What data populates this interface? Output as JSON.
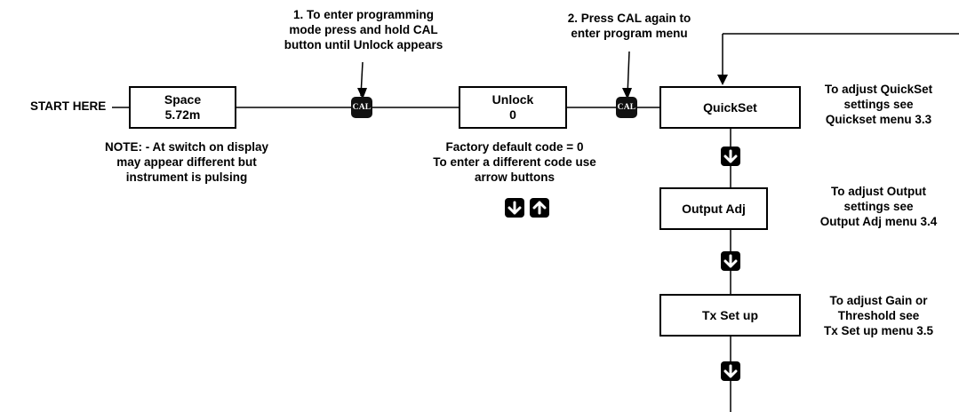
{
  "start_label": "START HERE",
  "steps": {
    "step1": [
      "1. To enter programming",
      "mode press and hold CAL",
      "button until Unlock appears"
    ],
    "step2": [
      "2. Press CAL again to",
      "enter program menu"
    ]
  },
  "cal_label": "CAL",
  "boxes": {
    "space": [
      "Space",
      "5.72m"
    ],
    "unlock": [
      "Unlock",
      "0"
    ],
    "quickset": "QuickSet",
    "output_adj": "Output Adj",
    "tx_setup": "Tx Set up"
  },
  "notes": {
    "switch_on": [
      "NOTE: - At switch on display",
      "may appear different but",
      "instrument is pulsing"
    ],
    "factory_code": [
      "Factory default code = 0",
      "To enter a different code use",
      "arrow buttons"
    ]
  },
  "side_notes": {
    "quickset": [
      "To adjust QuickSet",
      "settings see",
      "Quickset menu 3.3"
    ],
    "output_adj": [
      "To adjust Output",
      "settings see",
      "Output Adj menu 3.4"
    ],
    "tx_setup": [
      "To adjust Gain or",
      "Threshold see",
      "Tx Set up menu 3.5"
    ]
  },
  "icons": {
    "cal_button": "cal-button-icon",
    "arrow_down": "arrow-down-icon",
    "arrow_up": "arrow-up-icon"
  },
  "colors": {
    "line": "#000000",
    "button_fill": "#111111"
  }
}
